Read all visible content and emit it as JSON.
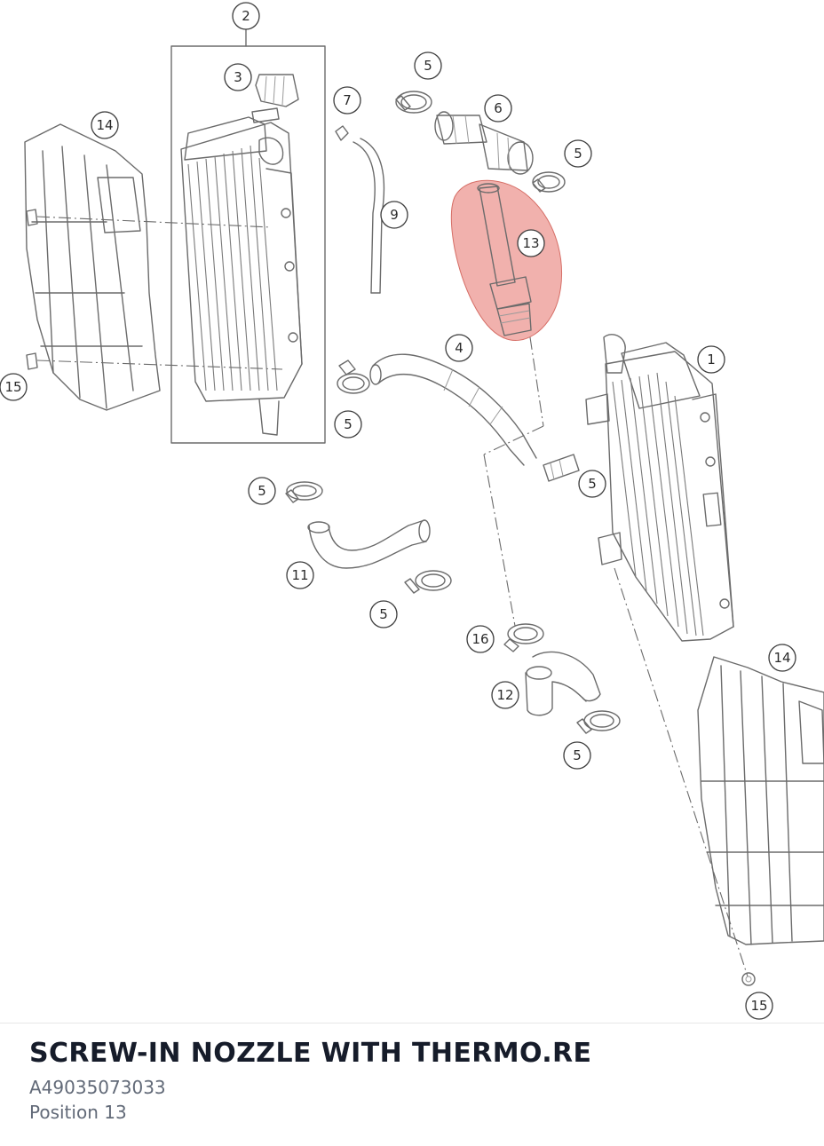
{
  "diagram": {
    "highlight_color": "#e8817a",
    "highlighted_callout": "13",
    "callouts": [
      "1",
      "2",
      "3",
      "4",
      "5",
      "5",
      "5",
      "5",
      "5",
      "5",
      "5",
      "6",
      "7",
      "9",
      "11",
      "12",
      "13",
      "14",
      "14",
      "15",
      "15",
      "16"
    ]
  },
  "part": {
    "title": "SCREW-IN NOZZLE WITH THERMO.RE",
    "number": "A49035073033",
    "position": "Position 13"
  }
}
